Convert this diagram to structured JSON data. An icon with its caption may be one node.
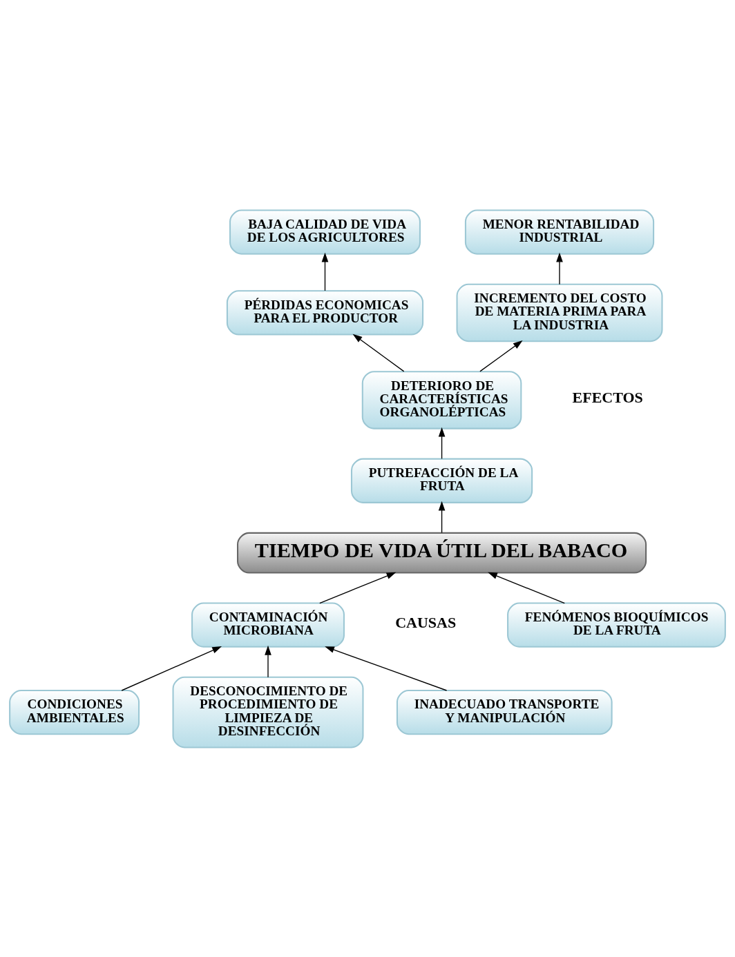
{
  "diagram": {
    "nodes": [
      {
        "text": [
          "BAJA CALIDAD DE VIDA DE LOS AGRICULTORES"
        ]
      },
      {
        "text": [
          "MENOR RENTABILIDAD INDUSTRIAL"
        ]
      },
      {
        "text": [
          "PÉRDIDAS ECONOMICAS PARA EL PRODUCTOR"
        ]
      },
      {
        "text": [
          "INCREMENTO DEL COSTO DE MATERIA PRIMA PARA LA INDUSTRIA"
        ]
      },
      {
        "text": [
          "DETERIORO DE CARACTERÍSTICAS ORGANOLÉPTICAS"
        ]
      },
      {
        "text": [
          "PUTREFACCIÓN DE LA FRUTA"
        ]
      },
      {
        "text": [
          "TIEMPO DE VIDA ÚTIL DEL BABACO"
        ]
      },
      {
        "text": [
          "CONTAMINACIÓN MICROBIANA"
        ]
      },
      {
        "text": [
          "FENÓMENOS BIOQUÍMICOS DE LA FRUTA"
        ]
      },
      {
        "text": [
          "CONDICIONES AMBIENTALES"
        ]
      },
      {
        "text": [
          "DESCONOCIMIENTO DE PROCEDIMIENTO DE LIMPIEZA DE DESINFECCIÓN"
        ]
      },
      {
        "text": [
          "INADECUADO TRANSPORTE Y MANIPULACIÓN"
        ]
      }
    ],
    "edges": [
      {
        "from": 2,
        "to": 0,
        "arrow": "to"
      },
      {
        "from": 3,
        "to": 1,
        "arrow": "to"
      },
      {
        "from": 4,
        "to": 2,
        "arrow": "to"
      },
      {
        "from": 4,
        "to": 3,
        "arrow": "to"
      },
      {
        "from": 5,
        "to": 4,
        "arrow": "to"
      },
      {
        "from": 6,
        "to": 5,
        "arrow": "to"
      },
      {
        "from": 7,
        "to": 6,
        "arrow": "to"
      },
      {
        "from": 8,
        "to": 6,
        "arrow": "to"
      },
      {
        "from": 9,
        "to": 7,
        "arrow": "to"
      },
      {
        "from": 10,
        "to": 7,
        "arrow": "to"
      },
      {
        "from": 11,
        "to": 7,
        "arrow": "to"
      }
    ],
    "labels": [
      "EFECTOS",
      "CAUSAS"
    ]
  }
}
